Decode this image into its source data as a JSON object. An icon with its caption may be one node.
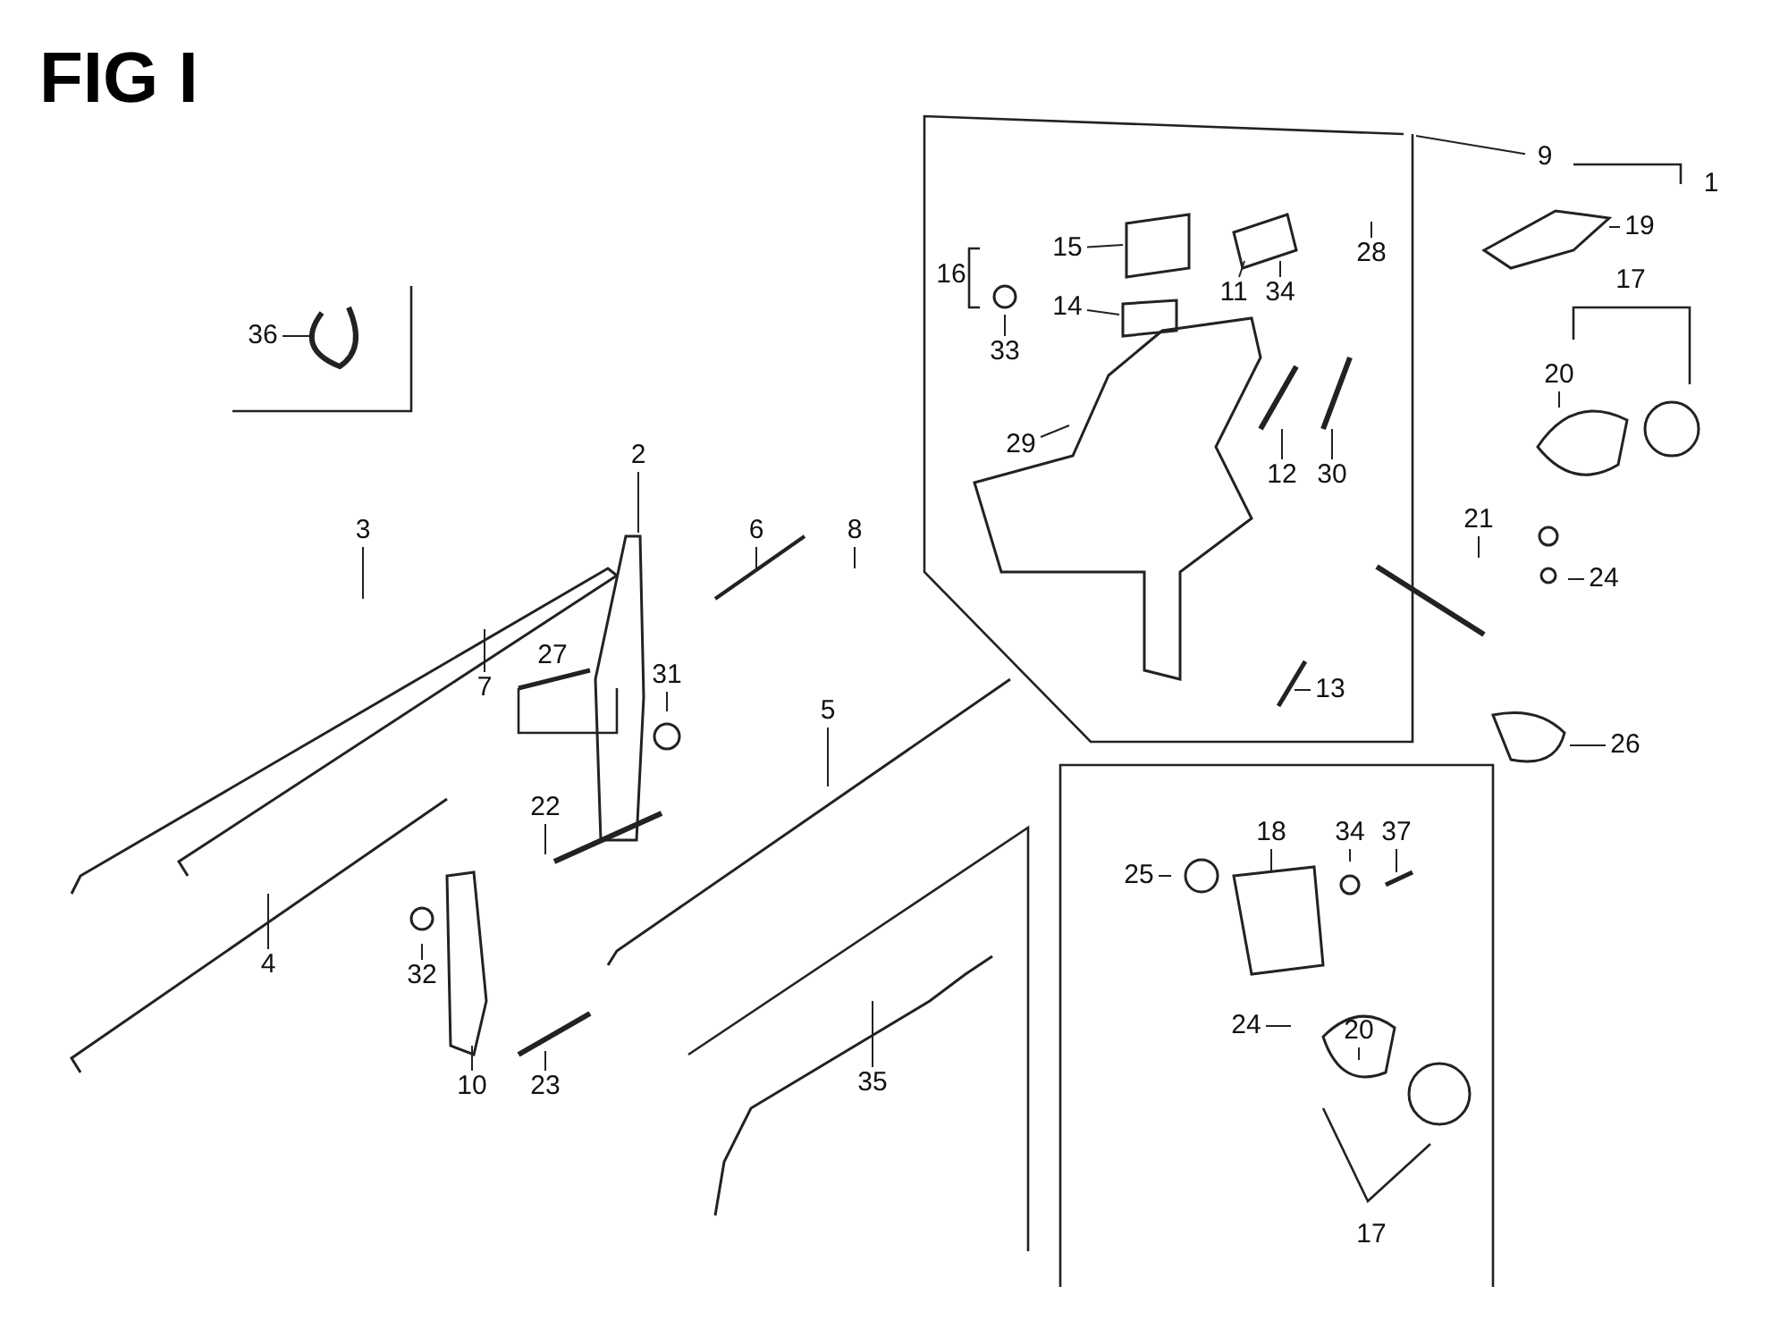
{
  "diagram": {
    "title": "FIG I",
    "nodes": [
      {
        "text": [
          "9"
        ]
      },
      {
        "text": [
          "19"
        ]
      },
      {
        "text": [
          "15"
        ]
      },
      {
        "text": [
          "28"
        ]
      },
      {
        "text": [
          "11"
        ]
      },
      {
        "text": [
          "34"
        ]
      },
      {
        "text": [
          "14"
        ]
      },
      {
        "text": [
          "36"
        ]
      },
      {
        "text": [
          "33"
        ]
      },
      {
        "text": [
          "20"
        ]
      },
      {
        "text": [
          "29"
        ]
      },
      {
        "text": [
          "2"
        ]
      },
      {
        "text": [
          "12"
        ]
      },
      {
        "text": [
          "30"
        ]
      },
      {
        "text": [
          "21"
        ]
      },
      {
        "text": [
          "3"
        ]
      },
      {
        "text": [
          "6"
        ]
      },
      {
        "text": [
          "8"
        ]
      },
      {
        "text": [
          "24"
        ]
      },
      {
        "text": [
          "31"
        ]
      },
      {
        "text": [
          "7"
        ]
      },
      {
        "text": [
          "13"
        ]
      },
      {
        "text": [
          "5"
        ]
      },
      {
        "text": [
          "26"
        ]
      },
      {
        "text": [
          "22"
        ]
      },
      {
        "text": [
          "18"
        ]
      },
      {
        "text": [
          "34"
        ]
      },
      {
        "text": [
          "37"
        ]
      },
      {
        "text": [
          "25"
        ]
      },
      {
        "text": [
          "4"
        ]
      },
      {
        "text": [
          "32"
        ]
      },
      {
        "text": [
          "24"
        ]
      },
      {
        "text": [
          "20"
        ]
      },
      {
        "text": [
          "35"
        ]
      },
      {
        "text": [
          "10"
        ]
      },
      {
        "text": [
          "23"
        ]
      }
    ],
    "edges": [
      {
        "from": 0,
        "to": null,
        "arrow": "none"
      },
      {
        "from": 1,
        "to": null,
        "arrow": "none"
      },
      {
        "from": 2,
        "to": null,
        "arrow": "none"
      },
      {
        "from": 3,
        "to": null,
        "arrow": "none"
      },
      {
        "from": 4,
        "to": null,
        "arrow": "none"
      },
      {
        "from": 5,
        "to": null,
        "arrow": "none"
      },
      {
        "from": 6,
        "to": null,
        "arrow": "none"
      },
      {
        "from": 7,
        "to": null,
        "arrow": "none"
      },
      {
        "from": 8,
        "to": null,
        "arrow": "none"
      },
      {
        "from": 9,
        "to": null,
        "arrow": "none"
      },
      {
        "from": 10,
        "to": null,
        "arrow": "none"
      },
      {
        "from": 11,
        "to": null,
        "arrow": "none"
      },
      {
        "from": 12,
        "to": null,
        "arrow": "none"
      },
      {
        "from": 13,
        "to": null,
        "arrow": "none"
      },
      {
        "from": 14,
        "to": null,
        "arrow": "none"
      },
      {
        "from": 15,
        "to": null,
        "arrow": "none"
      },
      {
        "from": 16,
        "to": null,
        "arrow": "none"
      },
      {
        "from": 17,
        "to": null,
        "arrow": "none"
      },
      {
        "from": 18,
        "to": null,
        "arrow": "none"
      },
      {
        "from": 19,
        "to": null,
        "arrow": "none"
      },
      {
        "from": 20,
        "to": null,
        "arrow": "none"
      },
      {
        "from": 21,
        "to": null,
        "arrow": "none"
      },
      {
        "from": 22,
        "to": null,
        "arrow": "none"
      },
      {
        "from": 23,
        "to": null,
        "arrow": "none"
      },
      {
        "from": 24,
        "to": null,
        "arrow": "none"
      },
      {
        "from": 25,
        "to": null,
        "arrow": "none"
      },
      {
        "from": 26,
        "to": null,
        "arrow": "none"
      },
      {
        "from": 27,
        "to": null,
        "arrow": "none"
      },
      {
        "from": 28,
        "to": null,
        "arrow": "none"
      },
      {
        "from": 29,
        "to": null,
        "arrow": "none"
      },
      {
        "from": 30,
        "to": null,
        "arrow": "none"
      },
      {
        "from": 31,
        "to": null,
        "arrow": "none"
      },
      {
        "from": 32,
        "to": null,
        "arrow": "none"
      },
      {
        "from": 33,
        "to": null,
        "arrow": "none"
      },
      {
        "from": 34,
        "to": null,
        "arrow": "none"
      },
      {
        "from": 35,
        "to": null,
        "arrow": "none"
      }
    ],
    "labels": [
      "1",
      "16",
      "17",
      "27",
      "17"
    ]
  }
}
